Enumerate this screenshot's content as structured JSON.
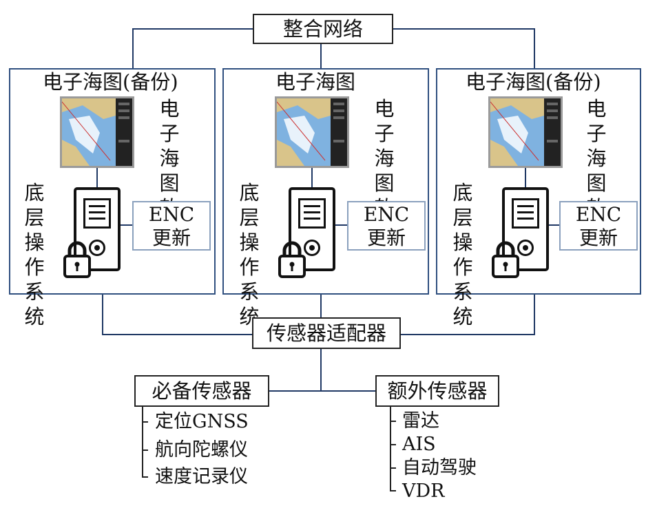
{
  "network": {
    "label": "整合网络"
  },
  "systems": [
    {
      "title": "电子海图(备份)",
      "software": [
        "电子",
        "海图",
        "软件"
      ],
      "os": [
        "底层",
        "操作",
        "系统"
      ],
      "enc": [
        "ENC",
        "更新"
      ]
    },
    {
      "title": "电子海图",
      "software": [
        "电子",
        "海图",
        "软件"
      ],
      "os": [
        "底层",
        "操作",
        "系统"
      ],
      "enc": [
        "ENC",
        "更新"
      ]
    },
    {
      "title": "电子海图(备份)",
      "software": [
        "电子",
        "海图",
        "软件"
      ],
      "os": [
        "底层",
        "操作",
        "系统"
      ],
      "enc": [
        "ENC",
        "更新"
      ]
    }
  ],
  "adapter": {
    "label": "传感器适配器"
  },
  "required": {
    "label": "必备传感器",
    "items": [
      "定位GNSS",
      "航向陀螺仪",
      "速度记录仪"
    ]
  },
  "extra": {
    "label": "额外传感器",
    "items": [
      "雷达",
      "AIS",
      "自动驾驶",
      "VDR"
    ]
  },
  "colors": {
    "connector": "#1f3864",
    "system_border": "#2f4f7f",
    "enc_border": "#8aa0bd"
  }
}
